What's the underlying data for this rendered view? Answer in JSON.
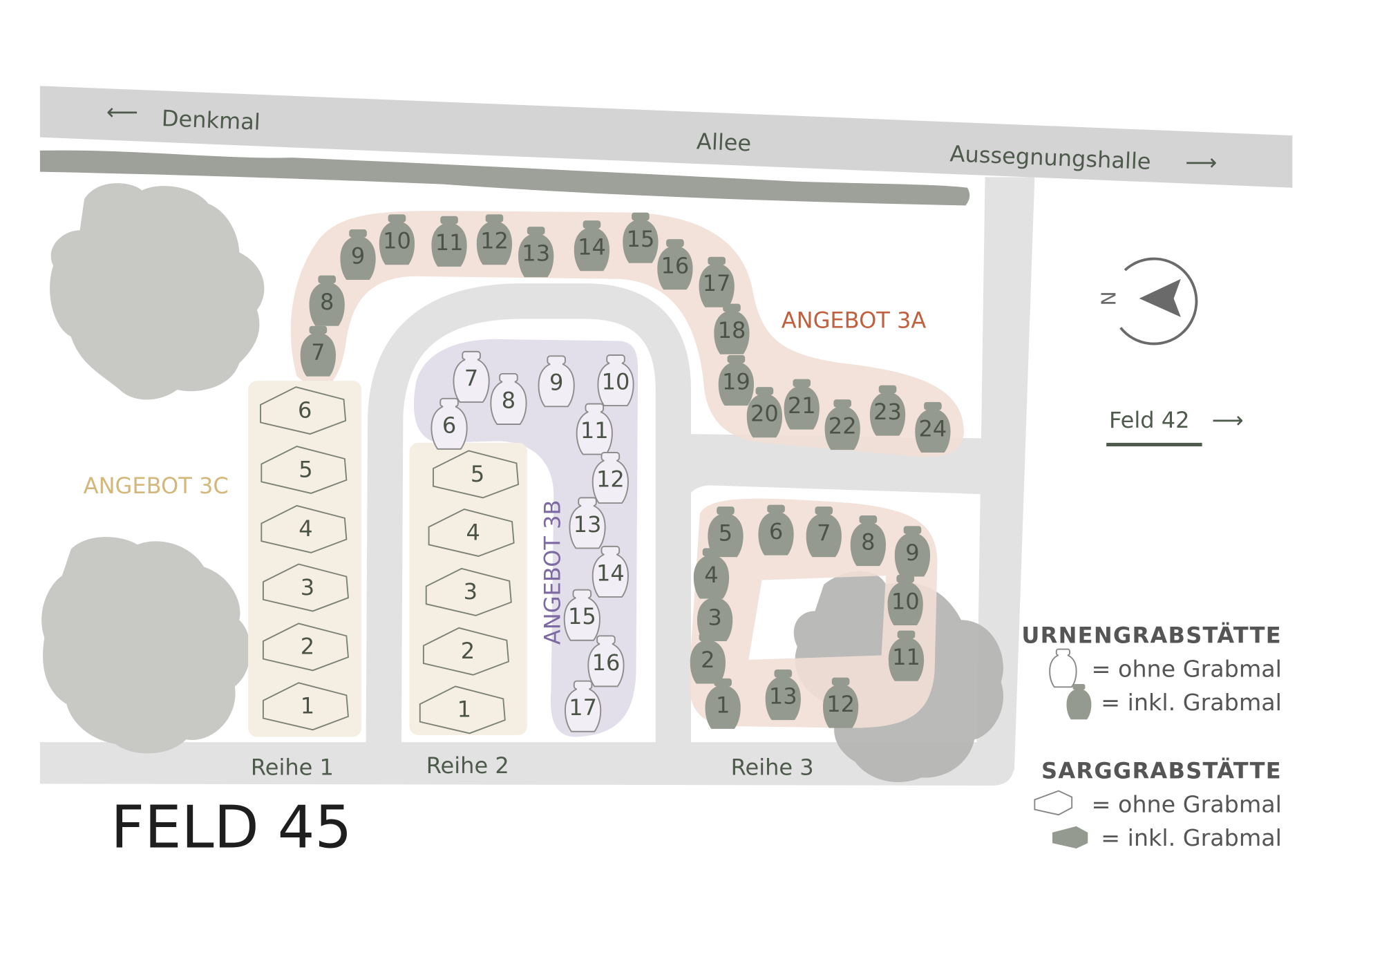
{
  "title": "FELD 45",
  "roads": {
    "top": "Allee",
    "left_direction": "Denkmal",
    "right_direction": "Aussegnungshalle",
    "neighbor_field": "Feld 42"
  },
  "rows": [
    "Reihe 1",
    "Reihe 2",
    "Reihe 3"
  ],
  "offers": {
    "a": {
      "label": "ANGEBOT 3A",
      "color": "#c0603e"
    },
    "b": {
      "label": "ANGEBOT 3B",
      "color": "#7d6aa3"
    },
    "c": {
      "label": "ANGEBOT 3C",
      "color": "#d4b77a"
    }
  },
  "compass": {
    "label": "N"
  },
  "urns_3a_north": [
    {
      "n": "7",
      "filled": true
    },
    {
      "n": "8",
      "filled": true
    },
    {
      "n": "9",
      "filled": true
    },
    {
      "n": "10",
      "filled": true
    },
    {
      "n": "11",
      "filled": true
    },
    {
      "n": "12",
      "filled": true
    },
    {
      "n": "13",
      "filled": true
    },
    {
      "n": "14",
      "filled": true
    },
    {
      "n": "15",
      "filled": true
    },
    {
      "n": "16",
      "filled": true
    },
    {
      "n": "17",
      "filled": true
    },
    {
      "n": "18",
      "filled": true
    },
    {
      "n": "19",
      "filled": true
    },
    {
      "n": "20",
      "filled": true
    },
    {
      "n": "21",
      "filled": true
    },
    {
      "n": "22",
      "filled": true
    },
    {
      "n": "23",
      "filled": true
    },
    {
      "n": "24",
      "filled": true
    }
  ],
  "urns_3a_south": [
    {
      "n": "1",
      "filled": true
    },
    {
      "n": "2",
      "filled": true
    },
    {
      "n": "3",
      "filled": true
    },
    {
      "n": "4",
      "filled": true
    },
    {
      "n": "5",
      "filled": true
    },
    {
      "n": "6",
      "filled": true
    },
    {
      "n": "7",
      "filled": true
    },
    {
      "n": "8",
      "filled": true
    },
    {
      "n": "9",
      "filled": true
    },
    {
      "n": "10",
      "filled": true
    },
    {
      "n": "11",
      "filled": true
    },
    {
      "n": "12",
      "filled": true
    },
    {
      "n": "13",
      "filled": true
    }
  ],
  "urns_3b": [
    {
      "n": "6",
      "filled": false
    },
    {
      "n": "7",
      "filled": false
    },
    {
      "n": "8",
      "filled": false
    },
    {
      "n": "9",
      "filled": false
    },
    {
      "n": "10",
      "filled": false
    },
    {
      "n": "11",
      "filled": false
    },
    {
      "n": "12",
      "filled": false
    },
    {
      "n": "13",
      "filled": false
    },
    {
      "n": "14",
      "filled": false
    },
    {
      "n": "15",
      "filled": false
    },
    {
      "n": "16",
      "filled": false
    },
    {
      "n": "17",
      "filled": false
    }
  ],
  "coffins_row1": [
    {
      "n": "6"
    },
    {
      "n": "5"
    },
    {
      "n": "4"
    },
    {
      "n": "3"
    },
    {
      "n": "2"
    },
    {
      "n": "1"
    }
  ],
  "coffins_row2": [
    {
      "n": "5"
    },
    {
      "n": "4"
    },
    {
      "n": "3"
    },
    {
      "n": "2"
    },
    {
      "n": "1"
    }
  ],
  "legend": {
    "urn_heading": "URNENGRABSTÄTTE",
    "urn_without": "= ohne Grabmal",
    "urn_with": "= inkl. Grabmal",
    "coffin_heading": "SARGGRABSTÄTTE",
    "coffin_without": "= ohne Grabmal",
    "coffin_with": "= inkl. Grabmal"
  },
  "colors": {
    "road": "#d4d4d4",
    "hedge": "#9da199",
    "tree": "#c8c9c5",
    "urn": "#959a90",
    "area_3a": "#f2dfd6",
    "area_3b": "#e3dfea",
    "area_3c": "#f5efe3"
  }
}
